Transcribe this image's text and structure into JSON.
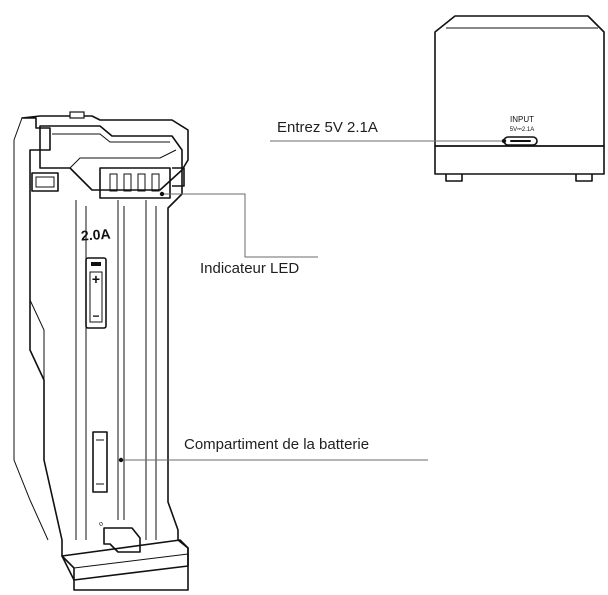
{
  "labels": {
    "input_power": "Entrez 5V 2.1A",
    "led_indicator": "Indicateur LED",
    "battery_compartment": "Compartiment de la batterie"
  },
  "port_markings": {
    "title": "INPUT",
    "rating": "5V⎓2.1A"
  },
  "charger_markings": {
    "current": "2.0A",
    "plus_symbol": "+",
    "minus_symbol": "−"
  },
  "colors": {
    "ink": "#111111",
    "leader_line": "#6b6b6b",
    "label_text": "#1f1f1f",
    "background": "#ffffff"
  }
}
